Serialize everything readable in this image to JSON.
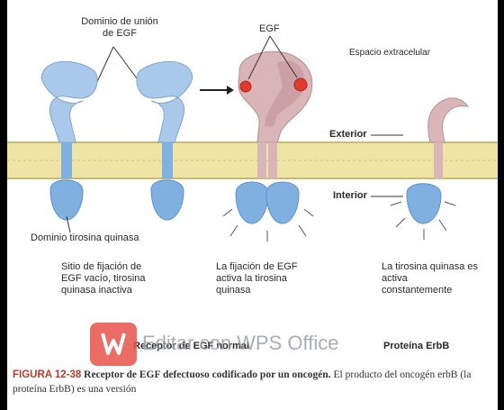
{
  "labels": {
    "binding_domain": "Dominio de unión de EGF",
    "egf": "EGF",
    "extracellular": "Espacio extracelular",
    "exterior": "Exterior",
    "interior": "Interior",
    "kinase_domain": "Dominio tirosina quinasa",
    "col1_text": "Sitio de fijación de EGF vacío, tirosina quinasa inactiva",
    "col2_text": "La fijación de EGF activa la tirosina quinasa",
    "col3_text": "La tirosina quinasa es activa constantemente",
    "col1_title": "Receptor de EGF normal",
    "col3_title": "Proteína ErbB"
  },
  "caption": {
    "figure_number": "FIGURA 12-38",
    "title": "Receptor de EGF defectuoso codificado por un oncogén.",
    "body": "El producto del oncogén erbB (la proteína ErbB) es una versión"
  },
  "watermark": {
    "text": "Editar con WPS Office",
    "logo_letter": "W"
  },
  "colors": {
    "receptor_blue": "#a9c8ea",
    "kinase_blue": "#7fb0e0",
    "egf_pink": "#d9b5b8",
    "egf_dot": "#e03b2e",
    "membrane_yellow": "#eee4a6",
    "caption_red": "#c0392b",
    "watermark_red": "#e8534b"
  }
}
